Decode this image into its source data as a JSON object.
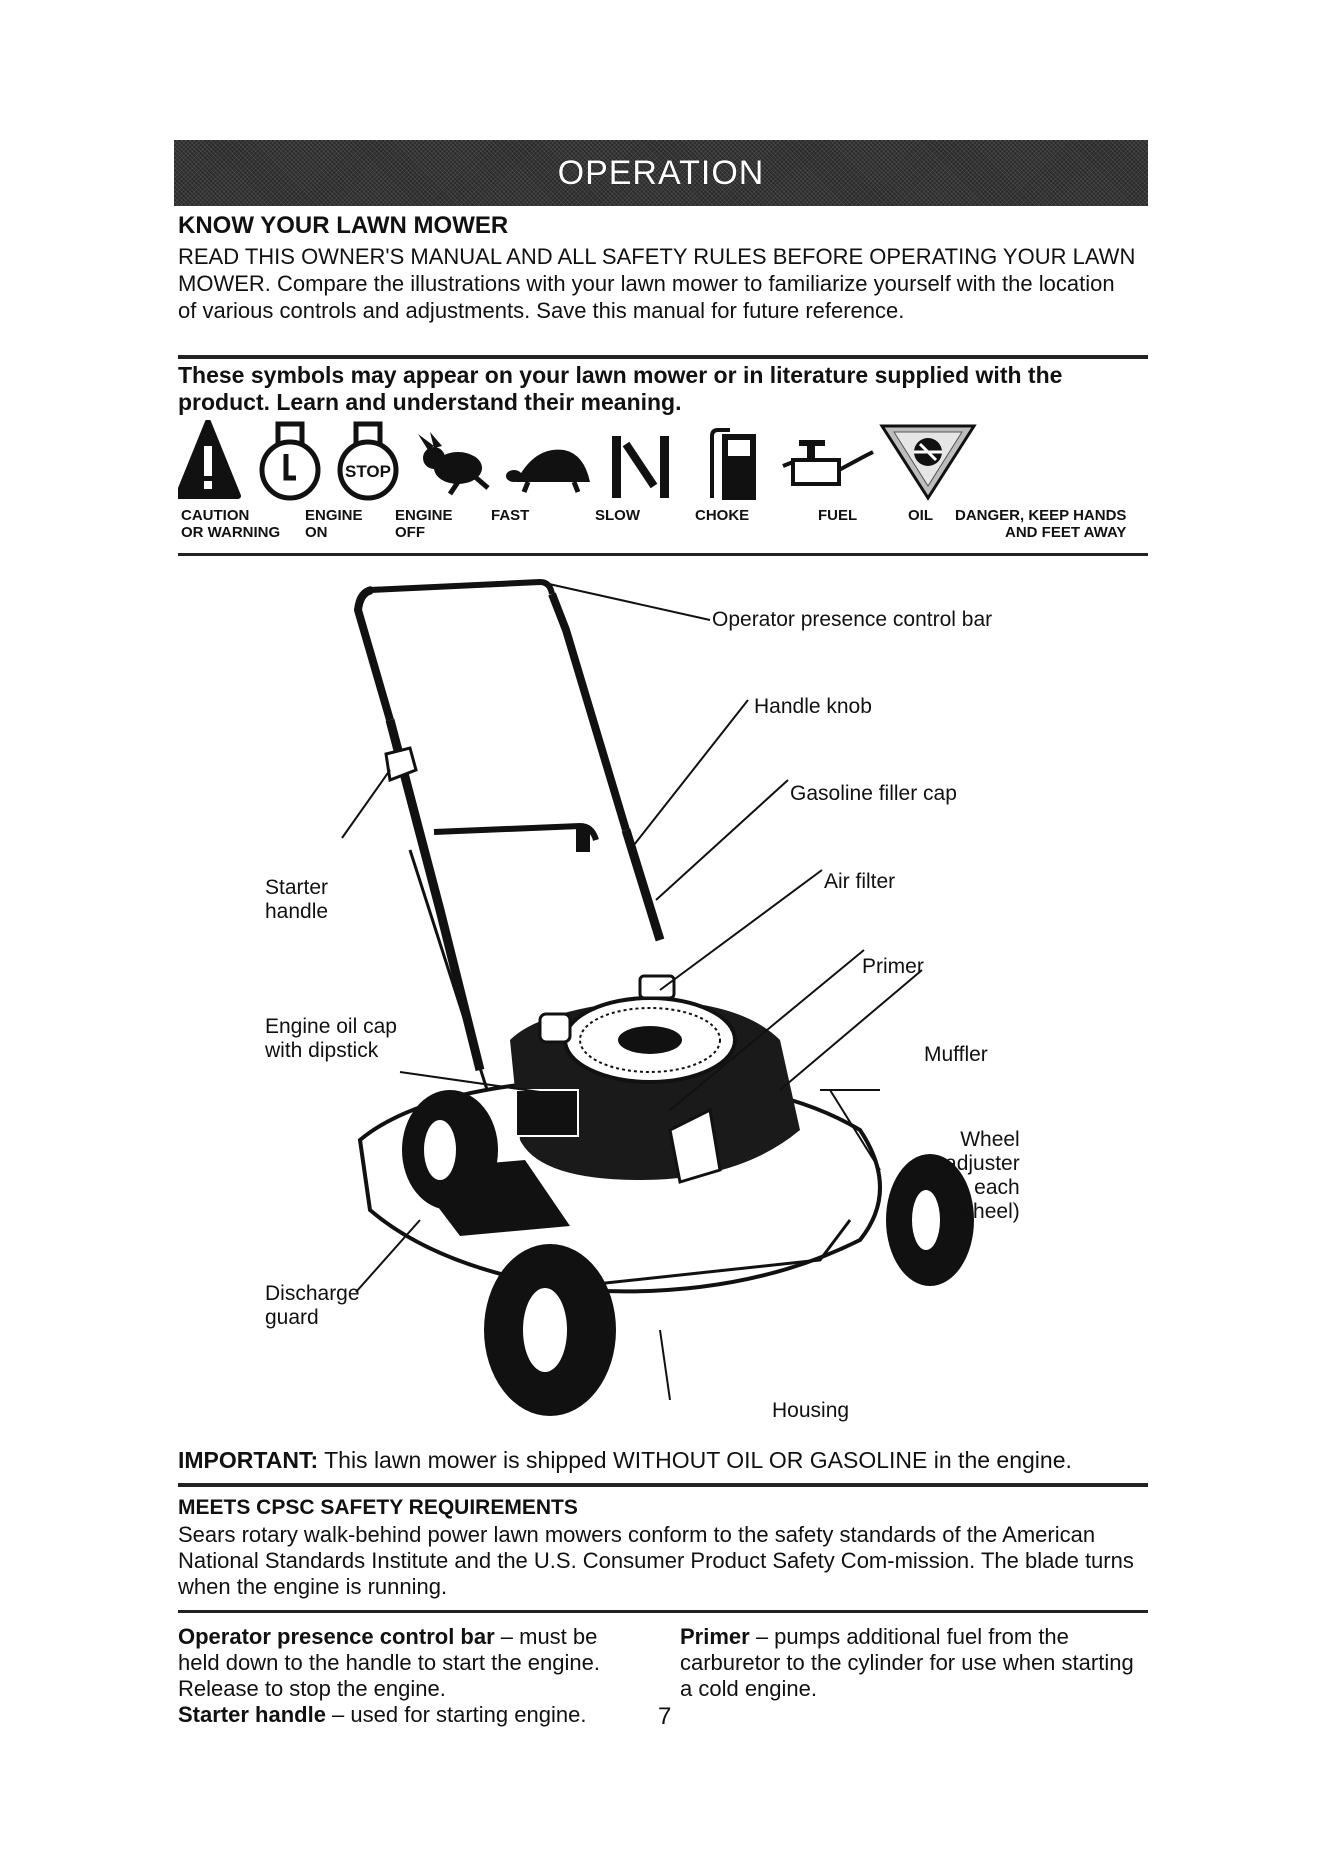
{
  "section_title": "OPERATION",
  "heading": "KNOW YOUR LAWN MOWER",
  "intro": "READ THIS OWNER'S MANUAL AND ALL SAFETY RULES BEFORE OPERATING YOUR LAWN MOWER. Compare the illustrations with your lawn mower to familiarize yourself with the location of various controls and adjustments. Save this manual for future reference.",
  "symbols_heading": "These symbols may appear on your lawn mower or in literature supplied with the product. Learn and understand their meaning.",
  "symbols": [
    {
      "label": "CAUTION\nOR WARNING",
      "icon": "caution-icon"
    },
    {
      "label": "ENGINE\nON",
      "icon": "engine-on-icon"
    },
    {
      "label": "ENGINE\nOFF",
      "icon": "engine-off-icon"
    },
    {
      "label": "FAST",
      "icon": "rabbit-icon"
    },
    {
      "label": "SLOW",
      "icon": "turtle-icon"
    },
    {
      "label": "CHOKE",
      "icon": "choke-icon"
    },
    {
      "label": "FUEL",
      "icon": "fuel-pump-icon"
    },
    {
      "label": "OIL",
      "icon": "oil-can-icon"
    },
    {
      "label": "DANGER, KEEP HANDS\nAND FEET AWAY",
      "icon": "hand-danger-icon"
    }
  ],
  "stop_text": "STOP",
  "callouts": {
    "operator_bar": "Operator presence control bar",
    "handle_knob": "Handle knob",
    "gas_cap": "Gasoline filler cap",
    "air_filter": "Air filter",
    "primer": "Primer",
    "muffler": "Muffler",
    "wheel_adjuster": "Wheel\nadjuster\n(on each\nwheel)",
    "starter_handle": "Starter\nhandle",
    "oil_cap": "Engine oil cap\nwith dipstick",
    "discharge": "Discharge\nguard",
    "housing": "Housing"
  },
  "important_label": "IMPORTANT:",
  "important_text": " This lawn mower is shipped WITHOUT OIL OR GASOLINE in the engine.",
  "cpsc_heading": "MEETS CPSC SAFETY REQUIREMENTS",
  "cpsc_text": "Sears rotary walk-behind power lawn mowers conform to the safety standards of the American National Standards Institute and the U.S. Consumer Product Safety Com-mission. The blade turns when the engine is running.",
  "desc": {
    "bar_term": "Operator presence control bar",
    "bar_text": " – must be held down to the handle to start the engine. Release to stop the engine.",
    "starter_term": "Starter handle",
    "starter_text": " – used for starting engine.",
    "primer_term": "Primer",
    "primer_text": " – pumps additional fuel from the carburetor to the cylinder for use when starting a cold engine."
  },
  "page_number": "7"
}
